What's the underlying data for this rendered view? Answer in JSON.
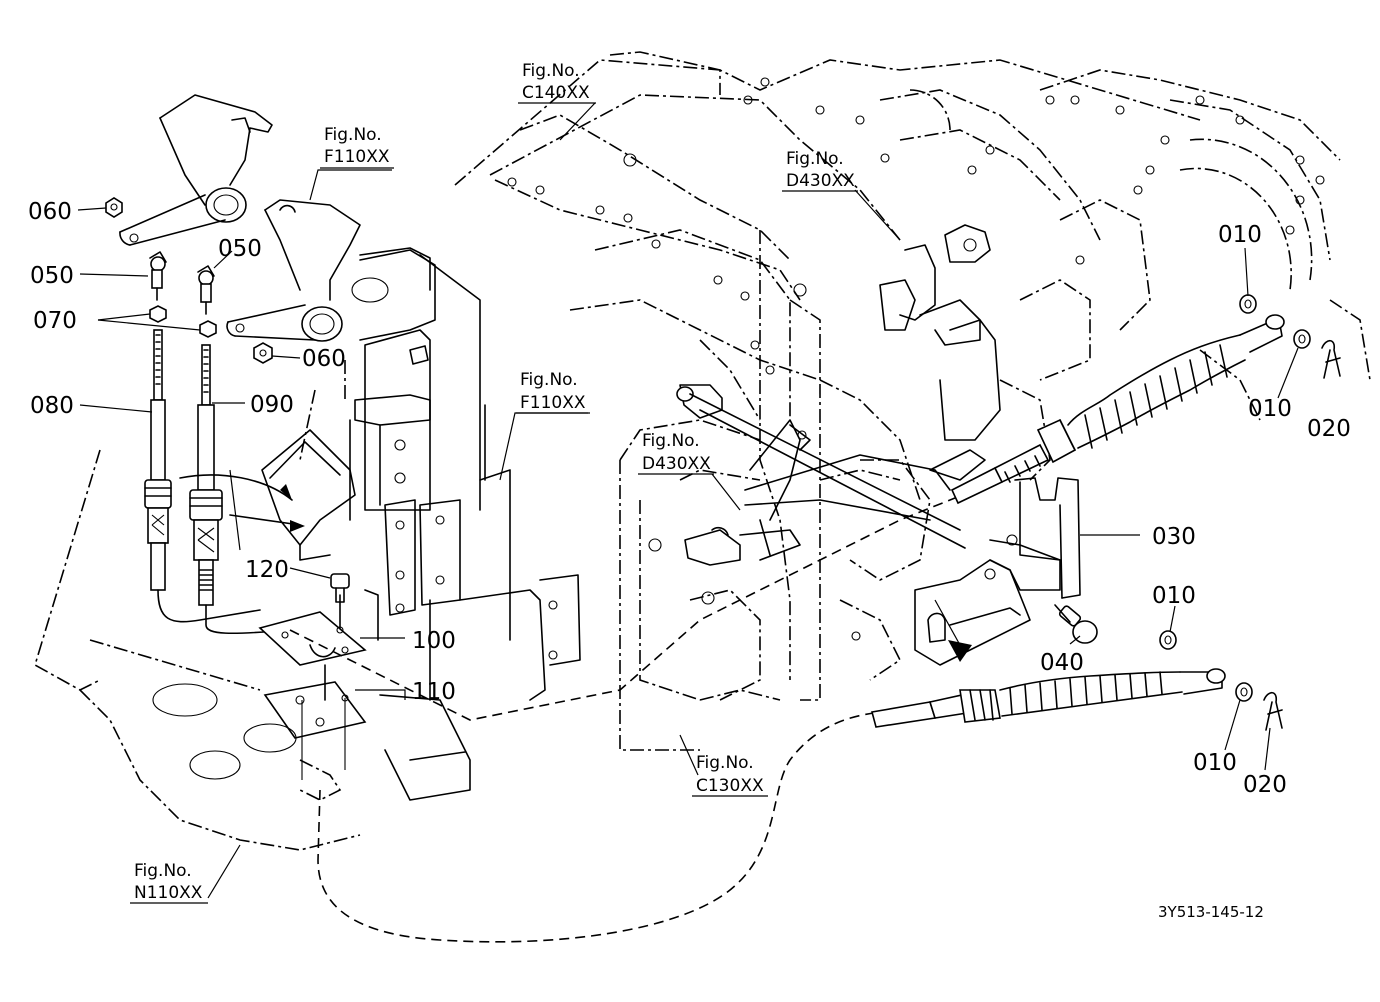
{
  "figure_refs": [
    {
      "id": "c140",
      "line1": "Fig.No.",
      "line2": "C140XX"
    },
    {
      "id": "f110-top",
      "line1": "Fig.No.",
      "line2": "F110XX"
    },
    {
      "id": "d430-top",
      "line1": "Fig.No.",
      "line2": "D430XX"
    },
    {
      "id": "f110-mid",
      "line1": "Fig.No.",
      "line2": "F110XX"
    },
    {
      "id": "d430-mid",
      "line1": "Fig.No.",
      "line2": "D430XX"
    },
    {
      "id": "c130",
      "line1": "Fig.No.",
      "line2": "C130XX"
    },
    {
      "id": "n110",
      "line1": "Fig.No.",
      "line2": "N110XX"
    }
  ],
  "part_numbers": {
    "p060a": "060",
    "p050a": "050",
    "p050b": "050",
    "p070": "070",
    "p060b": "060",
    "p080": "080",
    "p090": "090",
    "p120": "120",
    "p100": "100",
    "p110": "110",
    "p010a": "010",
    "p010b": "010",
    "p020a": "020",
    "p030": "030",
    "p010c": "010",
    "p040": "040",
    "p010d": "010",
    "p020b": "020"
  },
  "drawing_code": "3Y513-145-12"
}
